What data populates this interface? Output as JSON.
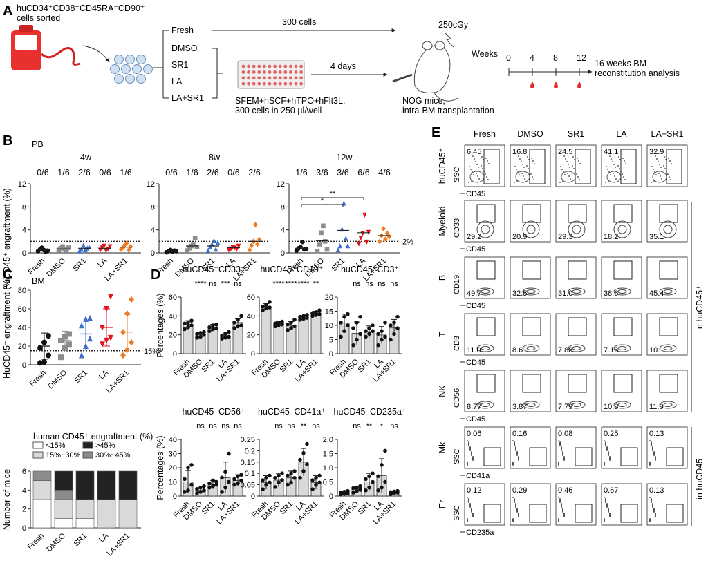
{
  "panels": {
    "A": "A",
    "B": "B",
    "C": "C",
    "D": "D",
    "E": "E"
  },
  "schematic": {
    "cells_sorted": "huCD34⁺CD38⁻CD45RA⁻CD90⁺",
    "cells_sorted2": "cells sorted",
    "conditions": [
      "Fresh",
      "DMSO",
      "SR1",
      "LA",
      "LA+SR1"
    ],
    "three_hundred": "300 cells",
    "four_days": "4 days",
    "dose": "250cGy",
    "medium": "SFEM+hSCF+hTPO+hFlt3L,",
    "plating": "300 cells in 250 µl/well",
    "mice": "NOG mice,",
    "transplant": "intra-BM transplantation",
    "weeks_label": "Weeks",
    "weeks": [
      "0",
      "4",
      "8",
      "12"
    ],
    "analysis": "16 weeks BM",
    "analysis2": "reconstitution analysis"
  },
  "b_section": {
    "PB": "PB",
    "w4": "4w",
    "w8": "8w",
    "w12": "12w",
    "fr4": [
      "0/6",
      "1/6",
      "2/6",
      "0/6",
      "1/6"
    ],
    "fr8": [
      "0/6",
      "1/6",
      "2/6",
      "0/6",
      "2/6"
    ],
    "fr12": [
      "1/6",
      "3/6",
      "3/6",
      "6/6",
      "4/6"
    ],
    "threshold": "2%",
    "sig1": "**",
    "sig2": "*"
  },
  "c_section": {
    "BM": "BM",
    "threshold": "15%"
  },
  "stack": {
    "title": "human CD45⁺ engraftment (%)",
    "legend": [
      "<15%",
      "15%~30%",
      "30%~45%",
      ">45%"
    ],
    "colors": [
      "#ffffff",
      "#d9d9d9",
      "#8c8c8c",
      "#222222"
    ],
    "ylabel": "Number of mice"
  },
  "d_section": {
    "titles": [
      "huCD45⁺CD33⁺",
      "huCD45⁺CD19⁺",
      "huCD45⁺CD3⁺",
      "huCD45⁺CD56⁺",
      "huCD45⁻CD41a⁺",
      "huCD45⁻CD235a⁺"
    ],
    "sig": [
      [
        "****",
        "ns",
        "***",
        "ns"
      ],
      [
        "****",
        "****",
        "****",
        "**"
      ],
      [
        "ns",
        "ns",
        "ns",
        "ns"
      ],
      [
        "ns",
        "ns",
        "ns",
        "ns"
      ],
      [
        "ns",
        "ns",
        "**",
        "ns"
      ],
      [
        "ns",
        "**",
        "*",
        "ns"
      ]
    ],
    "ylabel": "Percentages (%)"
  },
  "flow": {
    "headers": [
      "Fresh",
      "DMSO",
      "SR1",
      "LA",
      "LA+SR1"
    ],
    "rows": [
      {
        "label": "huCD45⁺",
        "x": "CD45",
        "y": "SSC",
        "vals": [
          "6.45",
          "16.8",
          "24.5",
          "41.1",
          "32.9"
        ]
      },
      {
        "label": "Myeloid",
        "x": "CD45",
        "y": "CD33",
        "vals": [
          "29.2",
          "20.9",
          "29.3",
          "18.2",
          "35.1"
        ]
      },
      {
        "label": "B",
        "x": "CD45",
        "y": "CD19",
        "vals": [
          "49.7",
          "32.5",
          "31.0",
          "38.6",
          "45.4"
        ]
      },
      {
        "label": "T",
        "x": "CD45",
        "y": "CD3",
        "vals": [
          "11.0",
          "8.61",
          "7.88",
          "7.16",
          "10.1"
        ]
      },
      {
        "label": "NK",
        "x": "CD45",
        "y": "CD56",
        "vals": [
          "8.77",
          "3.87",
          "7.79",
          "10.8",
          "11.0"
        ]
      },
      {
        "label": "Mk",
        "x": "CD41a",
        "y": "SSC",
        "vals": [
          "0.06",
          "0.16",
          "0.08",
          "0.25",
          "0.13"
        ]
      },
      {
        "label": "Er",
        "x": "CD235a",
        "y": "SSC",
        "vals": [
          "0.12",
          "0.29",
          "0.46",
          "0.67",
          "0.13"
        ]
      }
    ],
    "in_pos": "in huCD45⁺",
    "in_neg": "in huCD45⁻"
  },
  "chart_data": [
    {
      "type": "scatter",
      "panel": "B",
      "subplot": "4w",
      "categories": [
        "Fresh",
        "DMSO",
        "SR1",
        "LA",
        "LA+SR1"
      ],
      "ylabel": "HuCD45⁺ engraftment (%)",
      "ylim": [
        0,
        12
      ],
      "yticks": [
        0,
        4,
        8,
        12
      ],
      "threshold": 2,
      "points": [
        [
          0.3,
          0.6,
          0.9,
          0.5,
          0.2,
          0.4
        ],
        [
          0.5,
          0.8,
          1.1,
          0.6,
          0.4,
          0.9
        ],
        [
          0.3,
          0.6,
          1.3,
          0.5,
          0.8,
          1.0
        ],
        [
          0.5,
          0.9,
          1.2,
          0.4,
          0.7,
          1.1
        ],
        [
          0.6,
          0.9,
          1.4,
          1.7,
          0.5,
          1.1
        ]
      ],
      "means": [
        0.5,
        0.7,
        0.8,
        0.8,
        1.0
      ]
    },
    {
      "type": "scatter",
      "panel": "B",
      "subplot": "8w",
      "categories": [
        "Fresh",
        "DMSO",
        "SR1",
        "LA",
        "LA+SR1"
      ],
      "ylim": [
        0,
        12
      ],
      "yticks": [
        0,
        4,
        8,
        12
      ],
      "threshold": 2,
      "points": [
        [
          0.1,
          0.3,
          0.5,
          0.2,
          0.4,
          0.3
        ],
        [
          0.4,
          0.8,
          1.2,
          1.5,
          2.6,
          1.0
        ],
        [
          0.4,
          1.0,
          1.5,
          2.1,
          0.6,
          1.8
        ],
        [
          0.5,
          0.7,
          1.0,
          0.9,
          0.6,
          1.2
        ],
        [
          0.5,
          1.3,
          2.0,
          4.9,
          1.5,
          2.3
        ]
      ],
      "means": [
        0.4,
        1.2,
        1.2,
        0.9,
        2.0
      ]
    },
    {
      "type": "scatter",
      "panel": "B",
      "subplot": "12w",
      "categories": [
        "Fresh",
        "DMSO",
        "SR1",
        "LA",
        "LA+SR1"
      ],
      "ylim": [
        0,
        12
      ],
      "yticks": [
        0,
        4,
        8,
        12
      ],
      "threshold": 2,
      "points": [
        [
          0.4,
          0.8,
          1.0,
          1.9,
          0.6,
          0.7
        ],
        [
          0.3,
          1.5,
          3.5,
          4.7,
          2.0,
          0.6
        ],
        [
          0.5,
          1.2,
          4.1,
          8.6,
          2.5,
          1.2
        ],
        [
          1.6,
          2.6,
          3.4,
          6.6,
          1.9,
          3.6
        ],
        [
          2.0,
          3.0,
          4.2,
          2.4,
          3.4,
          2.8
        ]
      ],
      "means": [
        0.8,
        2.1,
        3.9,
        3.5,
        3.0
      ]
    },
    {
      "type": "scatter",
      "panel": "C",
      "categories": [
        "Fresh",
        "DMSO",
        "SR1",
        "LA",
        "LA+SR1"
      ],
      "ylabel": "HuCD45⁺ engraftment (%)",
      "ylim": [
        0,
        80
      ],
      "yticks": [
        0,
        20,
        40,
        60,
        80
      ],
      "threshold": 15,
      "points": [
        [
          2,
          3,
          10,
          18,
          24,
          31
        ],
        [
          8,
          18,
          22,
          26,
          30,
          33
        ],
        [
          10,
          20,
          28,
          42,
          49,
          50
        ],
        [
          22,
          26,
          29,
          40,
          60,
          73
        ],
        [
          10,
          16,
          24,
          35,
          55,
          70
        ]
      ],
      "means": [
        20,
        26,
        33,
        40,
        35
      ],
      "sd": [
        14,
        10,
        17,
        20,
        19
      ]
    },
    {
      "type": "bar",
      "panel": "C-stack",
      "categories": [
        "Fresh",
        "DMSO",
        "SR1",
        "LA",
        "LA+SR1"
      ],
      "ylim": [
        0,
        6
      ],
      "yticks": [
        0,
        2,
        4,
        6
      ],
      "series": [
        {
          "name": "<15%",
          "values": [
            3,
            1,
            1,
            0,
            0
          ]
        },
        {
          "name": "15%~30%",
          "values": [
            2,
            2,
            2,
            3,
            3
          ]
        },
        {
          "name": "30%~45%",
          "values": [
            1,
            1,
            0,
            0,
            0
          ]
        },
        {
          "name": ">45%",
          "values": [
            0,
            2,
            3,
            3,
            3
          ]
        }
      ]
    },
    {
      "type": "bar",
      "panel": "D",
      "title": "huCD45⁺CD33⁺",
      "categories": [
        "Fresh",
        "DMSO",
        "SR1",
        "LA",
        "LA+SR1"
      ],
      "ylim": [
        0,
        60
      ],
      "yticks": [
        0,
        20,
        40,
        60
      ],
      "values": [
        31,
        20,
        28,
        19,
        33
      ],
      "sd": [
        4,
        2,
        3,
        3,
        4
      ],
      "points": [
        [
          26,
          28,
          30,
          32,
          33,
          35
        ],
        [
          17,
          18,
          20,
          21,
          22,
          23
        ],
        [
          24,
          26,
          27,
          28,
          30,
          31
        ],
        [
          16,
          17,
          18,
          19,
          21,
          23
        ],
        [
          27,
          29,
          30,
          33,
          36,
          40
        ]
      ]
    },
    {
      "type": "bar",
      "panel": "D",
      "title": "huCD45⁺CD19⁺",
      "categories": [
        "Fresh",
        "DMSO",
        "SR1",
        "LA",
        "LA+SR1"
      ],
      "ylim": [
        0,
        60
      ],
      "yticks": [
        0,
        20,
        40,
        60
      ],
      "values": [
        50,
        32,
        30,
        38,
        43
      ],
      "sd": [
        3,
        2,
        4,
        2,
        2
      ],
      "points": [
        [
          46,
          48,
          49,
          50,
          52,
          55
        ],
        [
          29,
          30,
          31,
          32,
          33,
          34
        ],
        [
          25,
          27,
          29,
          31,
          33,
          36
        ],
        [
          36,
          37,
          38,
          39,
          40,
          41
        ],
        [
          40,
          41,
          42,
          43,
          44,
          46
        ]
      ]
    },
    {
      "type": "bar",
      "panel": "D",
      "title": "huCD45⁺CD3⁺",
      "categories": [
        "Fresh",
        "DMSO",
        "SR1",
        "LA",
        "LA+SR1"
      ],
      "ylim": [
        0,
        20
      ],
      "yticks": [
        0,
        5,
        10,
        15,
        20
      ],
      "values": [
        10.9,
        7.2,
        7.8,
        6.6,
        9.1
      ],
      "sd": [
        3,
        4,
        2,
        3,
        3
      ],
      "points": [
        [
          6,
          8,
          10,
          11,
          13,
          14
        ],
        [
          3,
          5,
          7,
          9,
          11,
          13
        ],
        [
          6,
          7,
          8,
          8,
          9,
          10
        ],
        [
          3,
          5,
          6,
          7,
          8,
          11
        ],
        [
          5,
          7,
          9,
          10,
          11,
          13
        ]
      ]
    },
    {
      "type": "bar",
      "panel": "D",
      "title": "huCD45⁺CD56⁺",
      "categories": [
        "Fresh",
        "DMSO",
        "SR1",
        "LA",
        "LA+SR1"
      ],
      "ylim": [
        0,
        40
      ],
      "yticks": [
        0,
        10,
        20,
        30,
        40
      ],
      "values": [
        10,
        4,
        8,
        13,
        11
      ],
      "sd": [
        8,
        1.5,
        3,
        11,
        4
      ],
      "points": [
        [
          3,
          4,
          8,
          12,
          20,
          22
        ],
        [
          2,
          3,
          4,
          5,
          6,
          7
        ],
        [
          6,
          7,
          8,
          9,
          11,
          10
        ],
        [
          3,
          6,
          10,
          13,
          17,
          30
        ],
        [
          8,
          9,
          11,
          12,
          14,
          15
        ]
      ]
    },
    {
      "type": "bar",
      "panel": "D",
      "title": "huCD45⁻CD41a⁺",
      "categories": [
        "Fresh",
        "DMSO",
        "SR1",
        "LA",
        "LA+SR1"
      ],
      "ylim": [
        0,
        0.25
      ],
      "yticks": [
        0,
        0.05,
        0.1,
        0.15,
        0.2,
        0.25
      ],
      "values": [
        0.06,
        0.07,
        0.08,
        0.15,
        0.06
      ],
      "sd": [
        0.03,
        0.03,
        0.03,
        0.06,
        0.03
      ],
      "points": [
        [
          0.03,
          0.05,
          0.06,
          0.07,
          0.08,
          0.09
        ],
        [
          0.04,
          0.06,
          0.07,
          0.08,
          0.09,
          0.1
        ],
        [
          0.05,
          0.06,
          0.08,
          0.09,
          0.1,
          0.11
        ],
        [
          0.08,
          0.11,
          0.14,
          0.16,
          0.19,
          0.23
        ],
        [
          0.03,
          0.05,
          0.06,
          0.07,
          0.08,
          0.09
        ]
      ]
    },
    {
      "type": "bar",
      "panel": "D",
      "title": "huCD45⁻CD235a⁺",
      "categories": [
        "Fresh",
        "DMSO",
        "SR1",
        "LA",
        "LA+SR1"
      ],
      "ylim": [
        0,
        2.0
      ],
      "yticks": [
        0,
        0.5,
        1.0,
        1.5,
        2.0
      ],
      "values": [
        0.12,
        0.25,
        0.5,
        0.72,
        0.13
      ],
      "sd": [
        0.05,
        0.1,
        0.3,
        0.6,
        0.05
      ],
      "points": [
        [
          0.06,
          0.08,
          0.1,
          0.12,
          0.15,
          0.18
        ],
        [
          0.12,
          0.18,
          0.22,
          0.28,
          0.3,
          0.35
        ],
        [
          0.2,
          0.3,
          0.5,
          0.6,
          0.7,
          0.8
        ],
        [
          0.2,
          0.3,
          0.5,
          0.7,
          1.1,
          1.6
        ],
        [
          0.07,
          0.1,
          0.12,
          0.14,
          0.16,
          0.18
        ]
      ]
    }
  ]
}
